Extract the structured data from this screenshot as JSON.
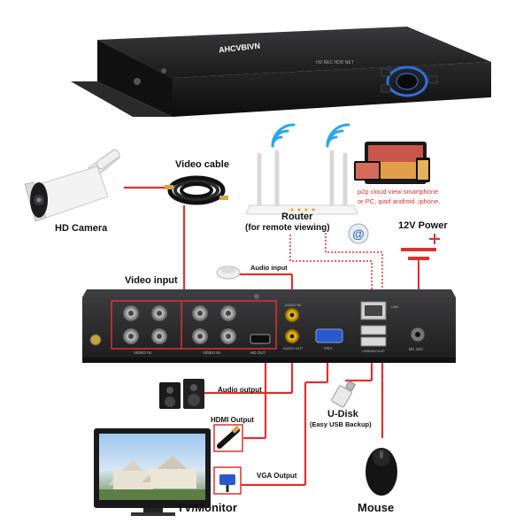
{
  "dvr_front": {
    "brand": "AHCVBIVN",
    "leds": "HD   REC   HDD   NET"
  },
  "labels": {
    "video_cable": "Video cable",
    "hd_camera": "HD Camera",
    "router_title": "Router",
    "router_sub": "(for remote viewing)",
    "p2p_line1": "p2p cloud  view smartphone",
    "p2p_line2": "or PC, ipad android ,iphone.",
    "power": "12V Power",
    "video_input": "Video input",
    "audio_input": "Audio input",
    "audio_output": "Audio output",
    "hdmi_output": "HDMI Output",
    "vga_output": "VGA Output",
    "udisk": "U-Disk",
    "udisk_sub": "(Easy USB Backup)",
    "tv": "TV/Monitor",
    "mouse": "Mouse"
  },
  "panel": {
    "video_in_1": "VIDEO IN",
    "video_in_2": "VIDEO IN",
    "hd_out": "HD OUT",
    "audio_in": "AUDIO IN",
    "audio_out": "AUDIO OUT",
    "vga": "VGA",
    "lan": "LAN",
    "dc": "DC 12V",
    "usb": "USB/BACKUP"
  },
  "colors": {
    "wire": "#e03030",
    "panel": "#2a2a2c",
    "dark": "#161617",
    "accent_blue": "#2d6fe0"
  }
}
